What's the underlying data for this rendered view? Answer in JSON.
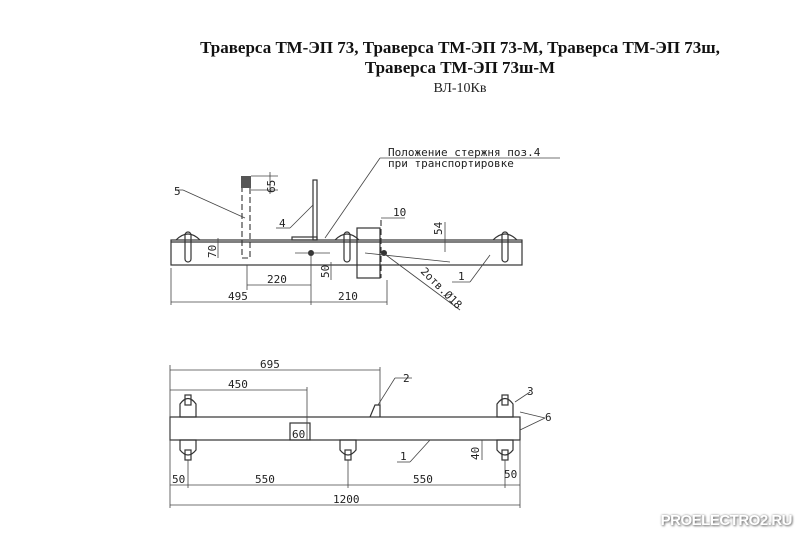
{
  "title": {
    "line1": "Траверса ТМ-ЭП 73, Траверса ТМ-ЭП 73-М, Траверса ТМ-ЭП 73ш,",
    "line2": "Траверса ТМ-ЭП 73ш-М",
    "subtitle": "ВЛ-10Кв"
  },
  "top_view": {
    "note_line1": "Положение стержня поз.4",
    "note_line2": "при транспортировке",
    "labels": {
      "p5": "5",
      "p4": "4",
      "p1": "1",
      "d65": "65",
      "d10": "10",
      "d54": "54",
      "d70": "70",
      "d50": "50",
      "d220": "220",
      "d495": "495",
      "d210": "210",
      "holes": "2отв.Ø18"
    }
  },
  "bottom_view": {
    "labels": {
      "d695": "695",
      "d450": "450",
      "p2": "2",
      "p3": "3",
      "p6": "6",
      "p1": "1",
      "d60": "60",
      "d40": "40",
      "d50a": "50",
      "d550a": "550",
      "d550b": "550",
      "d50b": "50",
      "d1200": "1200"
    }
  },
  "watermark": "PROELECTRO2.RU"
}
